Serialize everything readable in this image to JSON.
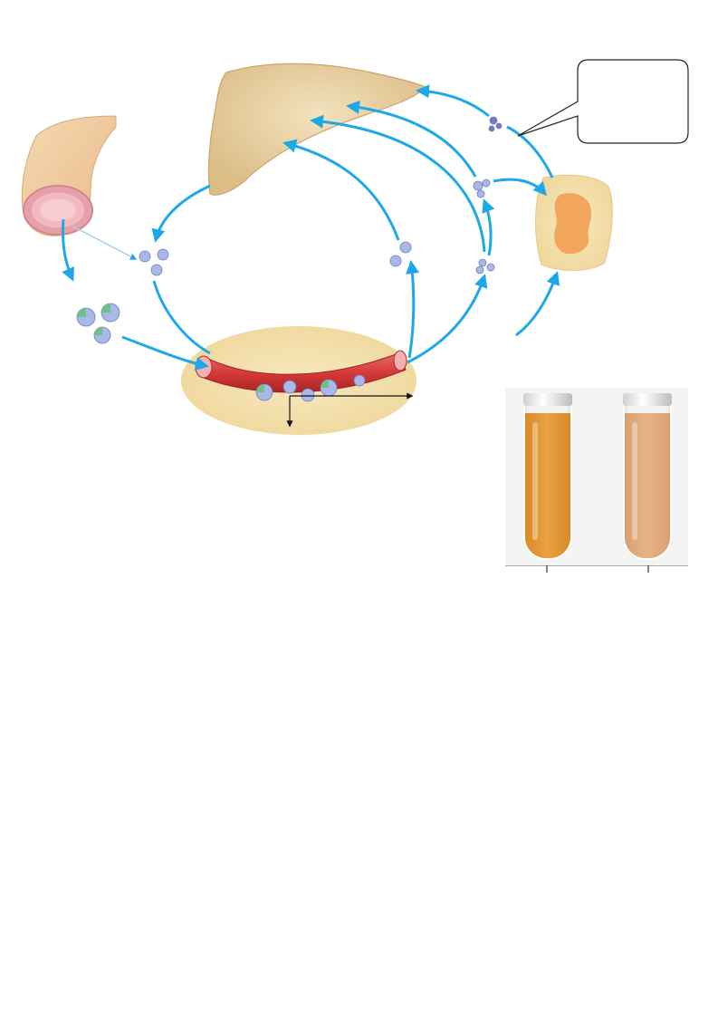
{
  "diagram": {
    "organs": [
      "intestine",
      "liver",
      "blood-vessel",
      "adipose-tissue"
    ],
    "callout": {
      "text": ""
    },
    "colors": {
      "arrow": "#1fa8e8",
      "organ_liver": "#e9cfa0",
      "vessel": "#d83a3a",
      "tissue": "#f5e0a8",
      "lipoprotein": "#a9b8e8",
      "lipoprotein_accent": "#6fbf8a",
      "fat_cluster": "#f2a052"
    }
  },
  "photo": {
    "tubes": [
      {
        "color": "#d98a2b",
        "label": ""
      },
      {
        "color": "#d9a070",
        "label": ""
      }
    ]
  }
}
